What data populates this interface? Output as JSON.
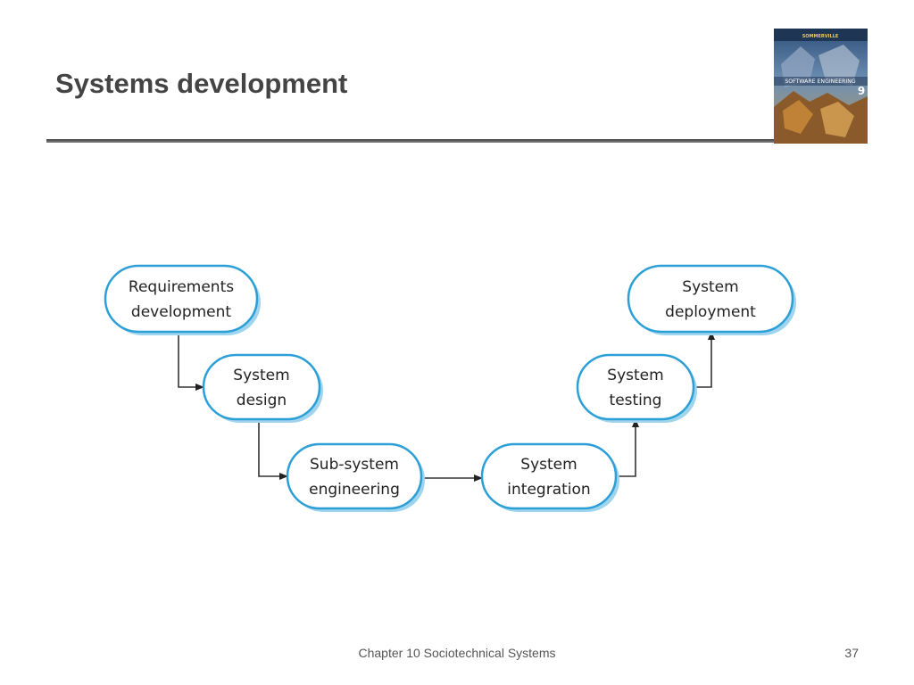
{
  "slide": {
    "title": "Systems development",
    "footer": "Chapter 10 Sociotechnical Systems",
    "page_number": "37"
  },
  "book_cover": {
    "author": "SOMMERVILLE",
    "title": "SOFTWARE ENGINEERING",
    "edition": "9"
  },
  "diagram": {
    "nodes": [
      {
        "id": "requirements",
        "lines": [
          "Requirements",
          "development"
        ]
      },
      {
        "id": "design",
        "lines": [
          "System",
          "design"
        ]
      },
      {
        "id": "subsystem",
        "lines": [
          "Sub-system",
          "engineering"
        ]
      },
      {
        "id": "integration",
        "lines": [
          "System",
          "integration"
        ]
      },
      {
        "id": "testing",
        "lines": [
          "System",
          "testing"
        ]
      },
      {
        "id": "deployment",
        "lines": [
          "System",
          "deployment"
        ]
      }
    ],
    "edges": [
      [
        "requirements",
        "design"
      ],
      [
        "design",
        "subsystem"
      ],
      [
        "subsystem",
        "integration"
      ],
      [
        "integration",
        "testing"
      ],
      [
        "testing",
        "deployment"
      ]
    ],
    "colors": {
      "node_border": "#2b9fd6",
      "node_shadow": "#9fd4ee",
      "arrow": "#333333"
    }
  }
}
